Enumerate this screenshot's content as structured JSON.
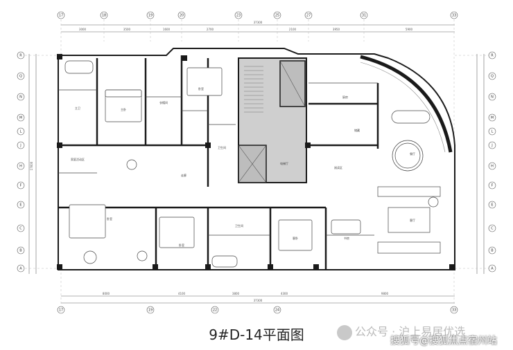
{
  "caption": "9#D-14平面图",
  "watermark": {
    "account": "公众号 · 沪上易居优选",
    "site": "搜狐号@搜狐焦点宿州站"
  },
  "grid_top": [
    "17",
    "18",
    "19",
    "20",
    "23",
    "25",
    "27",
    "31",
    "33"
  ],
  "grid_bottom": [
    "17",
    "19",
    "22",
    "24",
    "33"
  ],
  "grid_left": [
    "R",
    "Q",
    "N",
    "M",
    "L",
    "J",
    "H",
    "F",
    "E",
    "C",
    "B",
    "A"
  ],
  "dims": {
    "top_total": "37300",
    "top_parts": [
      "3000",
      "3500",
      "1600",
      "2700",
      "2100",
      "3950",
      "5900"
    ],
    "bottom_total": "37300",
    "bottom_parts": [
      "8000",
      "4100",
      "3800",
      "4300",
      "9800"
    ],
    "left_total": "17600"
  },
  "rooms": {
    "master_bath": "主卫",
    "master_closet": "衣帽间",
    "master_bed": "主卧",
    "family_hall": "家庭活动区",
    "corridor": "走廊",
    "bed2": "卧室",
    "bath2": "卫生间",
    "bed3": "卧室",
    "bed4": "卧室",
    "bath3": "卫生间",
    "lift_hall": "电梯厅",
    "kitchen": "厨房",
    "pantry": "储藏",
    "dining": "餐厅",
    "living": "客厅",
    "study": "书房",
    "guest_bed": "客卧",
    "reading": "阅读区"
  },
  "colors": {
    "wall": "#1a1a1a",
    "core": "#cfcfcf",
    "line": "#555555"
  }
}
